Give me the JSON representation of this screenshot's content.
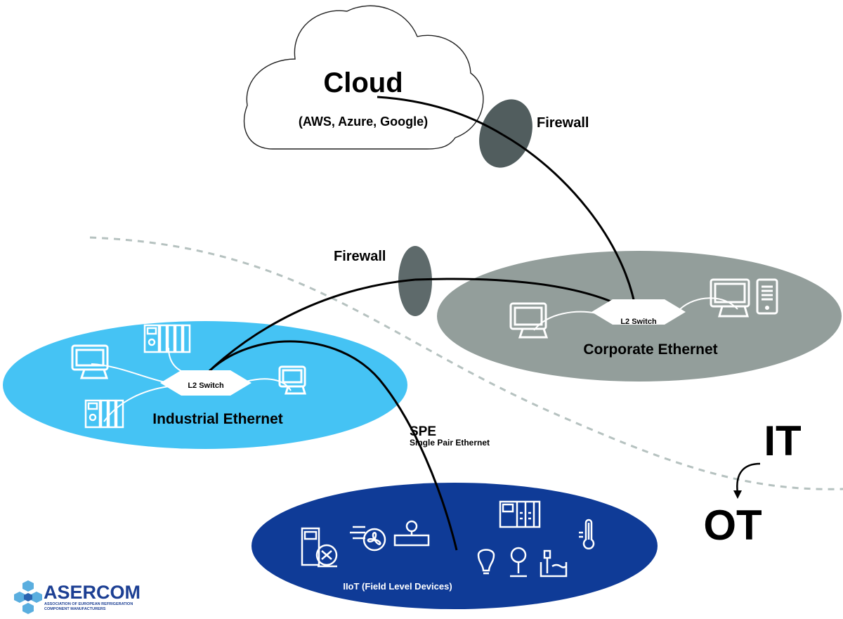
{
  "cloud": {
    "title": "Cloud",
    "subtitle": "(AWS, Azure, Google)"
  },
  "firewall_top": {
    "label": "Firewall"
  },
  "firewall_mid": {
    "label": "Firewall"
  },
  "corporate": {
    "label": "Corporate Ethernet",
    "switch_label": "L2 Switch"
  },
  "industrial": {
    "label": "Industrial Ethernet",
    "switch_label": "L2 Switch"
  },
  "spe": {
    "title": "SPE",
    "subtitle": "Single Pair Ethernet"
  },
  "iiot": {
    "label": "IIoT (Field Level Devices)"
  },
  "zones": {
    "it": "IT",
    "ot": "OT"
  },
  "logo": {
    "name": "ASERCOM",
    "tagline_1": "ASSOCIATION OF EUROPEAN REFRIGERATION",
    "tagline_2": "COMPONENT MANUFACTURERS"
  },
  "colors": {
    "industrial_fill": "#45c3f4",
    "corporate_fill": "#939e9b",
    "iiot_fill": "#0f3b97",
    "firewall_fill": "#515d5e",
    "firewall_mid_fill": "#5e6a6b",
    "boundary_dash": "#b6c2c0",
    "logo_blue": "#1c3f93"
  }
}
